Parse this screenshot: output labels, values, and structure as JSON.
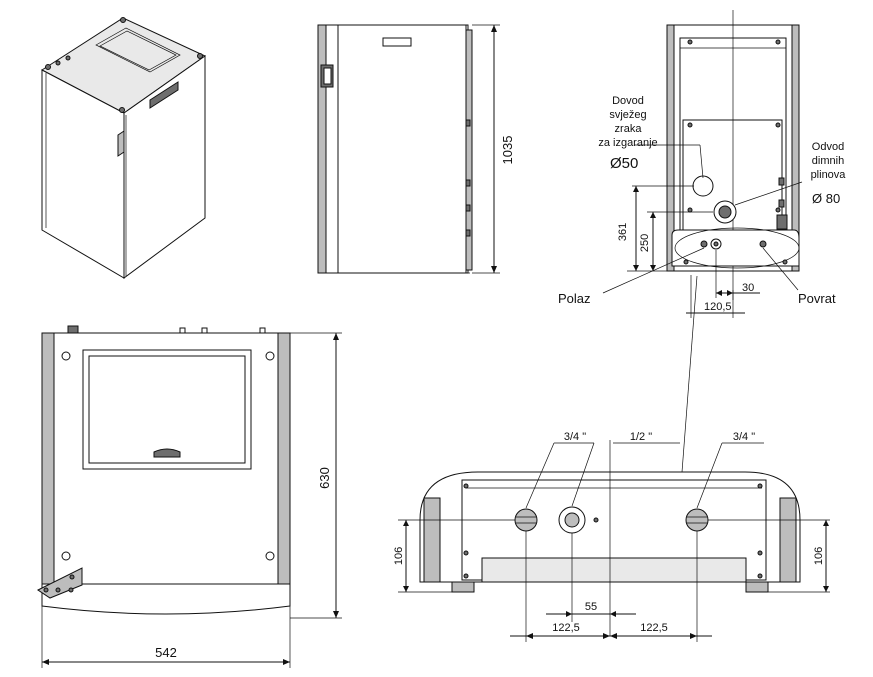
{
  "labels": {
    "side_height": "1035",
    "fresh_air_1": "Dovod",
    "fresh_air_2": "svježeg",
    "fresh_air_3": "zraka",
    "fresh_air_4": "za izgaranje",
    "fresh_air_dia": "Ø50",
    "flue_1": "Odvod",
    "flue_2": "dimnih",
    "flue_3": "plinova",
    "flue_dia": "Ø 80",
    "rear_h1": "361",
    "rear_h2": "250",
    "rear_w1": "30",
    "rear_w2": "120,5",
    "polaz": "Polaz",
    "povrat": "Povrat",
    "top_height": "630",
    "top_width": "542",
    "pipe_left": "3/4 \"",
    "pipe_mid": "1/2 \"",
    "pipe_right": "3/4 \"",
    "det_h_left": "106",
    "det_h_right": "106",
    "det_w_mid": "55",
    "det_w_left": "122,5",
    "det_w_right": "122,5"
  }
}
